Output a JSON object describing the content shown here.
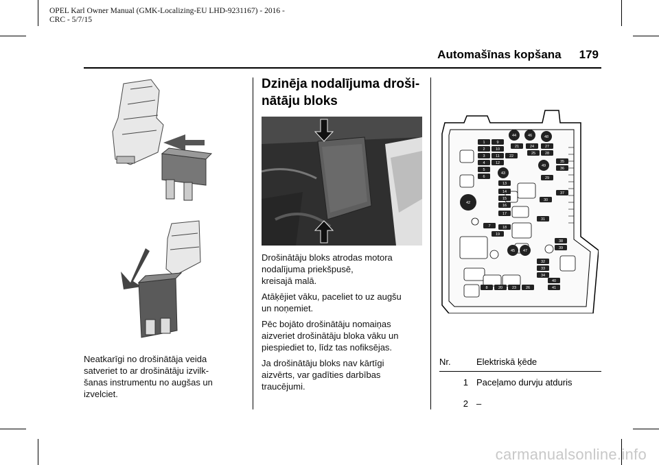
{
  "header": {
    "meta": "OPEL  Karl  Owner  Manual  (GMK-Localizing-EU  LHD-9231167)  -  2016  -\nCRC  -  5/7/15",
    "section": "Automašīnas kopšana",
    "page_number": "179"
  },
  "left_column": {
    "caption": "Neatkarīgi no drošinātāja veida\nsatveriet to ar drošinātāju izvilk-\nšanas instrumentu no augšas un\nizvelciet."
  },
  "middle_column": {
    "title": "Dzinēja nodalījuma droši-\nnātāju bloks",
    "paragraphs": [
      "Drošinātāju bloks atrodas motora\nnodalījuma priekšpusē,\nkreisajā malā.",
      "Atāķējiet vāku, paceliet to uz augšu\nun noņemiet.",
      "Pēc bojāto drošinātāju nomaiņas\naizveriet drošinātāju bloka vāku un\npiespiediet to, līdz tas nofiksējas.",
      "Ja drošinātāju bloks nav kārtīgi\naizvērts, var gadīties darbības\ntraucējumi."
    ]
  },
  "right_column": {
    "fuse_box_labels": [
      "1",
      "2",
      "3",
      "4",
      "5",
      "6",
      "7",
      "8",
      "9",
      "10",
      "11",
      "12",
      "13",
      "14",
      "15",
      "16",
      "17",
      "18",
      "19",
      "20",
      "21",
      "22",
      "23",
      "24",
      "25",
      "26",
      "27",
      "28",
      "29",
      "30",
      "31",
      "32",
      "33",
      "34",
      "35",
      "36",
      "37",
      "38",
      "39",
      "40",
      "41",
      "42",
      "43",
      "44",
      "45",
      "46",
      "47",
      "48",
      "49"
    ],
    "table": {
      "headers": [
        "Nr.",
        "Elektriskā ķēde"
      ],
      "rows": [
        {
          "nr": "1",
          "circuit": "Paceļamo durvju atduris"
        },
        {
          "nr": "2",
          "circuit": "–"
        }
      ]
    }
  },
  "watermark": "carmanualsonline.info"
}
